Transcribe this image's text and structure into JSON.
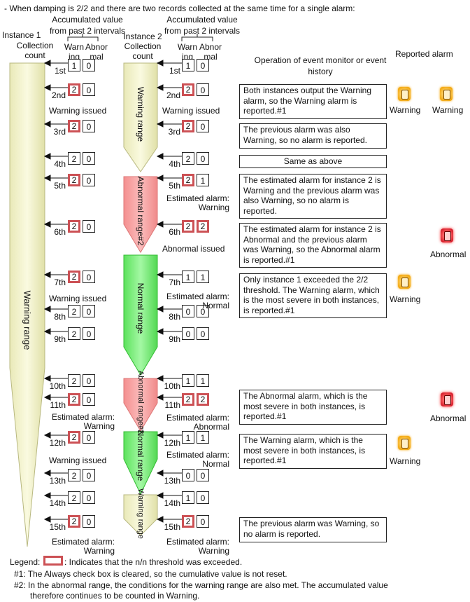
{
  "header": "- When damping is 2/2 and there are two records collected at the same time for a single alarm:",
  "instance1": {
    "title": "Instance 1",
    "collection_label": "Collection count",
    "accum_label": "Accumulated value from past 2 intervals",
    "warn_col": "Warn ing",
    "abn_col": "Abnor mal",
    "range_label": "Warning range"
  },
  "instance2": {
    "title": "Instance 2 Collection count",
    "accum_label": "Accumulated value from past 2 intervals",
    "warn_col": "Warn ing",
    "abn_col": "Abnor mal",
    "ranges": [
      "Warning range",
      "Abnormal range#2",
      "Normal range",
      "Abnormal range#2",
      "Normal range",
      "Warning range"
    ]
  },
  "op_header": "Operation of event monitor or event history",
  "reported_header": "Reported alarm",
  "rows": [
    {
      "label": "1st",
      "i1": [
        "1",
        "0"
      ],
      "i2": [
        "1",
        "0"
      ]
    },
    {
      "label": "2nd",
      "i1": [
        "2",
        "0"
      ],
      "i2": [
        "2",
        "0"
      ]
    },
    {
      "label": "3rd",
      "i1": [
        "2",
        "0"
      ],
      "i2": [
        "2",
        "0"
      ]
    },
    {
      "label": "4th",
      "i1": [
        "2",
        "0"
      ],
      "i2": [
        "2",
        "0"
      ]
    },
    {
      "label": "5th",
      "i1": [
        "2",
        "0"
      ],
      "i2": [
        "2",
        "1"
      ]
    },
    {
      "label": "6th",
      "i1": [
        "2",
        "0"
      ],
      "i2": [
        "2",
        "2"
      ]
    },
    {
      "label": "7th",
      "i1": [
        "2",
        "0"
      ],
      "i2": [
        "1",
        "1"
      ]
    },
    {
      "label": "8th",
      "i1": [
        "2",
        "0"
      ],
      "i2": [
        "0",
        "0"
      ]
    },
    {
      "label": "9th",
      "i1": [
        "2",
        "0"
      ],
      "i2": [
        "0",
        "0"
      ]
    },
    {
      "label": "10th",
      "i1": [
        "2",
        "0"
      ],
      "i2": [
        "1",
        "1"
      ]
    },
    {
      "label": "11th",
      "i1": [
        "2",
        "0"
      ],
      "i2": [
        "2",
        "2"
      ]
    },
    {
      "label": "12th",
      "i1": [
        "2",
        "0"
      ],
      "i2": [
        "1",
        "1"
      ]
    },
    {
      "label": "13th",
      "i1": [
        "2",
        "0"
      ],
      "i2": [
        "0",
        "0"
      ]
    },
    {
      "label": "14th",
      "i1": [
        "2",
        "0"
      ],
      "i2": [
        "1",
        "0"
      ]
    },
    {
      "label": "15th",
      "i1": [
        "2",
        "0"
      ],
      "i2": [
        "2",
        "0"
      ]
    }
  ],
  "i1_notes": [
    "Warning issued",
    "Warning issued",
    "Estimated alarm: Warning",
    "Warning issued",
    "Estimated alarm: Warning"
  ],
  "i2_notes": [
    "Warning issued",
    "Estimated alarm: Warning",
    "Abnormal issued",
    "Estimated alarm: Normal",
    "Estimated alarm: Abnormal",
    "Estimated alarm: Normal",
    "Estimated alarm: Warning"
  ],
  "ops": [
    "Both instances output the Warning alarm, so the Warning alarm is reported.#1",
    "The previous alarm was also Warning, so no alarm is reported.",
    "Same as above",
    "The estimated alarm for instance 2 is Warning and the previous alarm was also Warning, so no alarm is reported.",
    "The estimated alarm for instance 2 is Abnormal and the previous alarm was Warning, so the Abnormal alarm is reported.#1",
    "Only instance 1 exceeded the 2/2 threshold. The Warning alarm, which is the most severe in both instances, is reported.#1",
    "The Abnormal alarm, which is the most severe in both instances, is reported.#1",
    "The Warning alarm, which is the most severe in both instances, is reported.#1",
    "The previous alarm was Warning, so no alarm is reported."
  ],
  "alarms": {
    "warning": "Warning",
    "abnormal": "Abnormal"
  },
  "legend": {
    "label": "Legend:",
    "text": ": Indicates that the n/n threshold was exceeded."
  },
  "footnotes": [
    "#1: The Always check box is cleared, so the cumulative value is not reset.",
    "#2: In the abnormal range, the conditions for the warning range are also met. The accumulated value",
    "therefore continues to be counted in Warning."
  ],
  "colors": {
    "warning_range": "#f2f2c8",
    "abnormal_range": "#f7a3a3",
    "normal_range": "#7ff07f",
    "threshold_box": "#cc5155"
  }
}
